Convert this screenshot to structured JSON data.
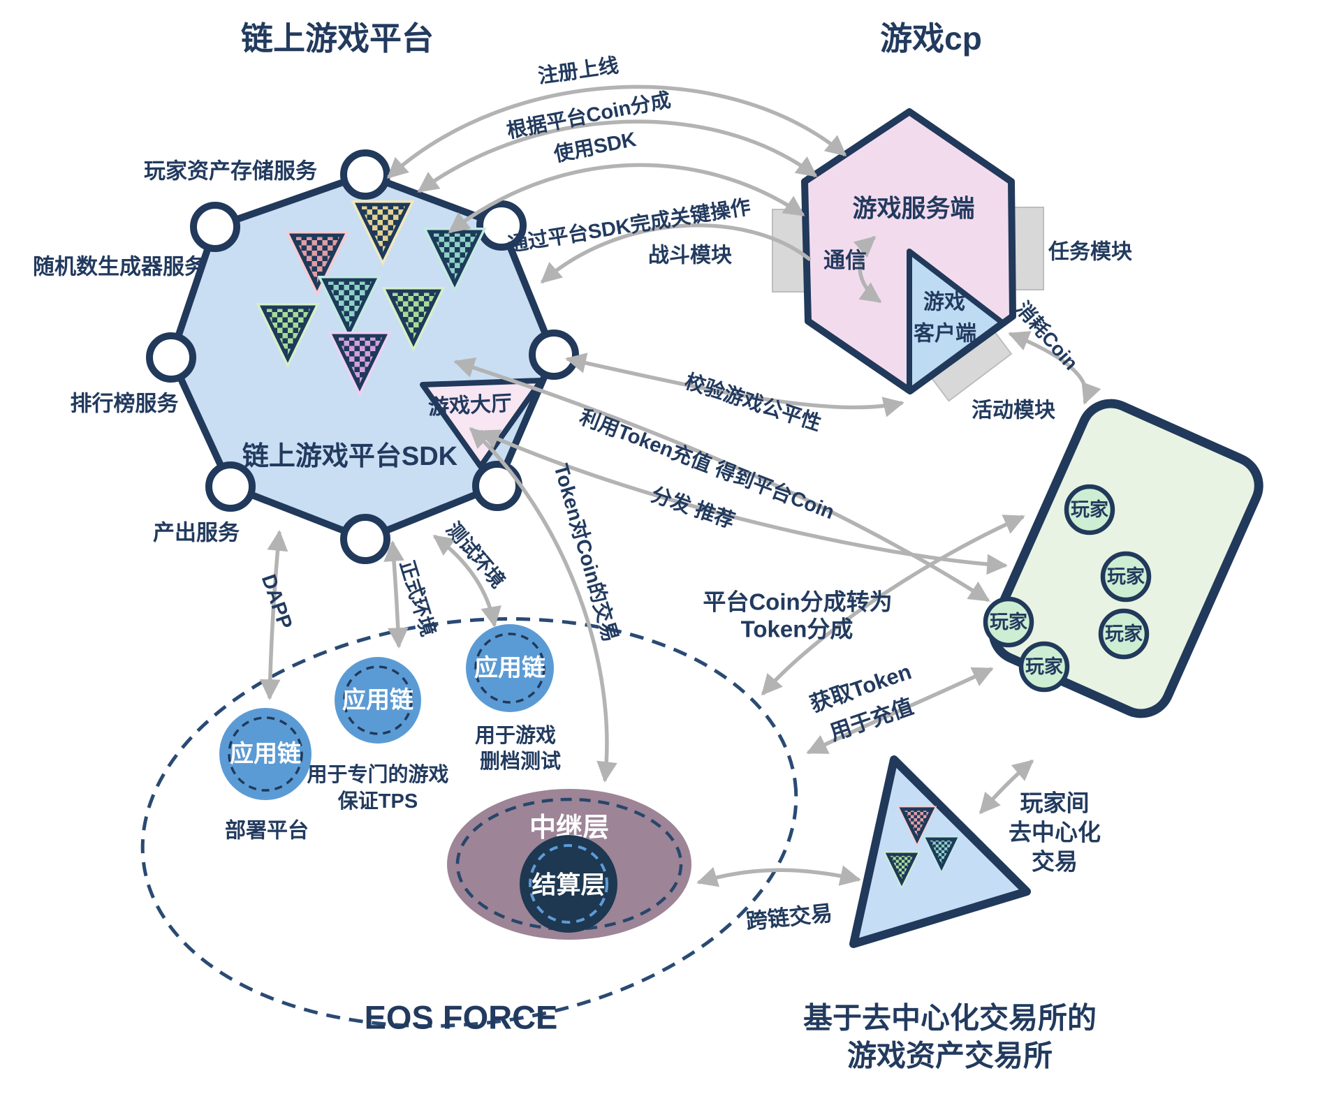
{
  "titles": {
    "left": "链上游戏平台",
    "right": "游戏cp"
  },
  "octagon": {
    "sdk": "链上游戏平台SDK",
    "lobby": "游戏大厅",
    "services": {
      "storage": "玩家资产存储服务",
      "random": "随机数生成器服务",
      "rank": "排行榜服务",
      "output": "产出服务"
    }
  },
  "game_cp": {
    "server": "游戏服务端",
    "client_line1": "游戏",
    "client_line2": "客户端",
    "comm": "通信",
    "module_battle": "战斗模块",
    "module_task": "任务模块",
    "module_activity": "活动模块"
  },
  "players": {
    "label": "玩家"
  },
  "flows": {
    "register": "注册上线",
    "coin_share": "根据平台Coin分成",
    "use_sdk": "使用SDK",
    "sdk_ops": "通过平台SDK完成关键操作",
    "fairness": "校验游戏公平性",
    "token_topup": "利用Token充值 得到平台Coin",
    "distribute": "分发 推荐",
    "consume_coin": "消耗Coin",
    "coin_to_token_1": "平台Coin分成转为",
    "coin_to_token_2": "Token分成",
    "get_token_1": "获取Token",
    "get_token_2": "用于充值",
    "p2p_1": "玩家间",
    "p2p_2": "去中心化",
    "p2p_3": "交易",
    "cross_chain": "跨链交易",
    "dapp": "DAPP",
    "prod_env": "正式环境",
    "test_env": "测试环境",
    "token_coin_trade": "Token对Coin的交易"
  },
  "eos": {
    "caption": "EOS FORCE",
    "app_chain": "应用链",
    "chain1_note": "部署平台",
    "chain2_note1": "用于专门的游戏",
    "chain2_note2": "保证TPS",
    "chain3_note1": "用于游戏",
    "chain3_note2": "删档测试",
    "relay": "中继层",
    "settlement": "结算层"
  },
  "exchange": {
    "caption1": "基于去中心化交易所的",
    "caption2": "游戏资产交易所"
  },
  "colors": {
    "navy": "#21395A",
    "arrow_gray": "#B3B3B3",
    "octagon_fill": "#C9DEF3",
    "hexagon_fill": "#F3DBEE",
    "client_fill": "#BEDBF4",
    "lobby_fill": "#F8E6F3",
    "module_fill": "#D8D8D8",
    "players_box_fill": "#E9F3E3",
    "player_circle_fill": "#CDEED2",
    "exchange_triangle_fill": "#C6DEF5",
    "app_chain_fill": "#5B9BD5",
    "relay_fill": "#9D8496",
    "settlement_fill": "#1D3850",
    "tri_pink": "#E39CA4",
    "tri_yellow": "#E5D192",
    "tri_teal": "#8ED2C6",
    "tri_green": "#A9DB97",
    "tri_purple": "#D49FDC"
  }
}
